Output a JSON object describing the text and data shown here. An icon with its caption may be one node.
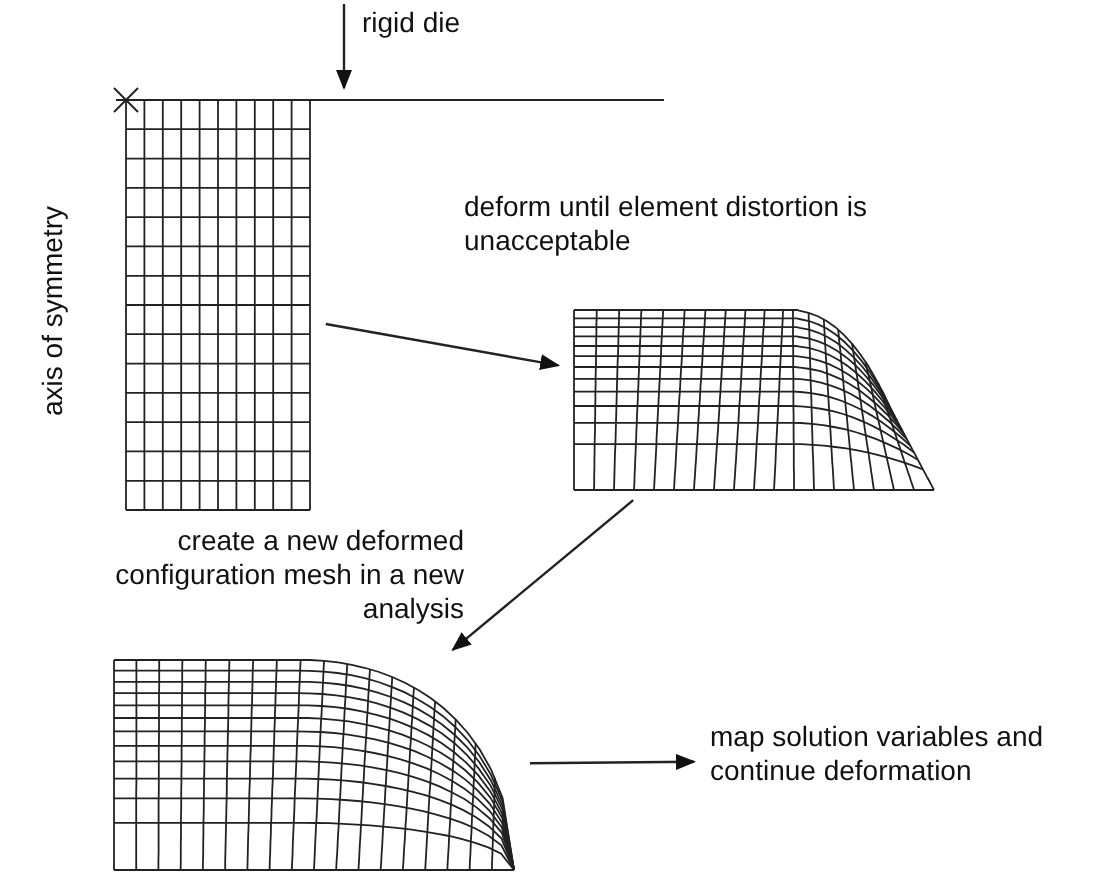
{
  "diagram": {
    "nodes": [
      {
        "text": [],
        "shape": "picture"
      },
      {
        "text": [],
        "shape": "picture"
      },
      {
        "text": [],
        "shape": "picture"
      },
      {
        "text": [
          "map solution variables and continue deformation"
        ]
      }
    ],
    "edges": [
      {
        "from": 0,
        "to": 1,
        "arrow": "to",
        "label": "deform until element distortion is unacceptable"
      },
      {
        "from": 1,
        "to": 2,
        "arrow": "to",
        "label": "create a new deformed configuration mesh in a new analysis"
      },
      {
        "from": 2,
        "to": 3,
        "arrow": "to"
      }
    ],
    "labels": [
      "rigid die",
      "axis of symmetry"
    ]
  }
}
